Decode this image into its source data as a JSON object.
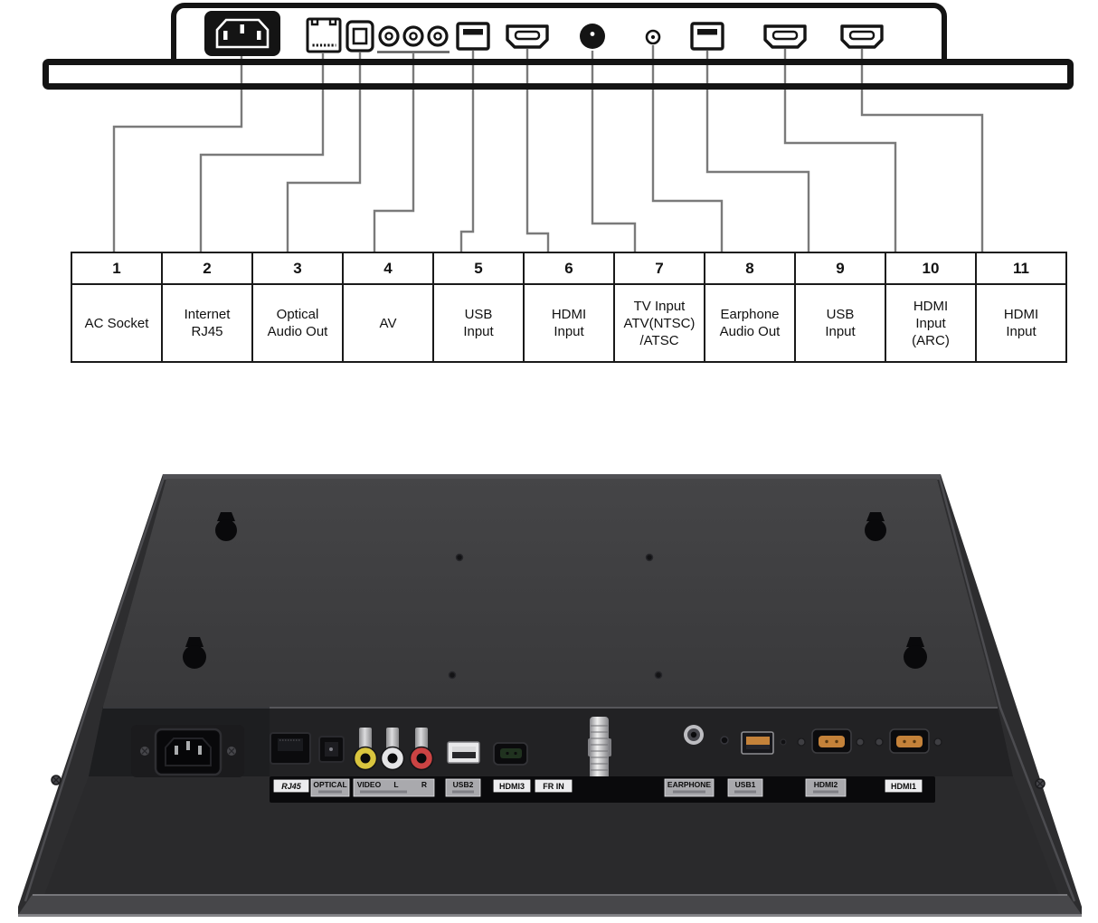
{
  "diagram": {
    "ports": [
      {
        "number": "1",
        "label": "AC Socket",
        "icon": "ac-socket"
      },
      {
        "number": "2",
        "label": "Internet\nRJ45",
        "icon": "rj45"
      },
      {
        "number": "3",
        "label": "Optical\nAudio Out",
        "icon": "optical-audio"
      },
      {
        "number": "4",
        "label": "AV",
        "icon": "av-rca"
      },
      {
        "number": "5",
        "label": "USB\nInput",
        "icon": "usb"
      },
      {
        "number": "6",
        "label": "HDMI\nInput",
        "icon": "hdmi"
      },
      {
        "number": "7",
        "label": "TV Input\nATV(NTSC)\n/ATSC",
        "icon": "coax-antenna"
      },
      {
        "number": "8",
        "label": "Earphone\nAudio Out",
        "icon": "earphone-jack"
      },
      {
        "number": "9",
        "label": "USB\nInput",
        "icon": "usb"
      },
      {
        "number": "10",
        "label": "HDMI\nInput\n(ARC)",
        "icon": "hdmi"
      },
      {
        "number": "11",
        "label": "HDMI\nInput",
        "icon": "hdmi"
      }
    ]
  },
  "photo": {
    "port_labels": [
      "RJ45",
      "OPTICAL",
      "VIDEO",
      "USB2",
      "HDMI3",
      "FR IN",
      "EARPHONE",
      "USB1",
      "HDMI2",
      "HDMI1"
    ],
    "video_l": "L",
    "video_r": "R",
    "colors": {
      "rca_yellow": "#d9c53e",
      "rca_white": "#e4e4e6",
      "rca_red": "#cc4343",
      "hdmi_inner_orange": "#c4823a",
      "hdmi3_inner_green": "#20321f",
      "back_panel_gray": "#3c3c3e",
      "label_band_black": "#0a0a0c",
      "coax_silver": "#c9c9cd"
    }
  }
}
